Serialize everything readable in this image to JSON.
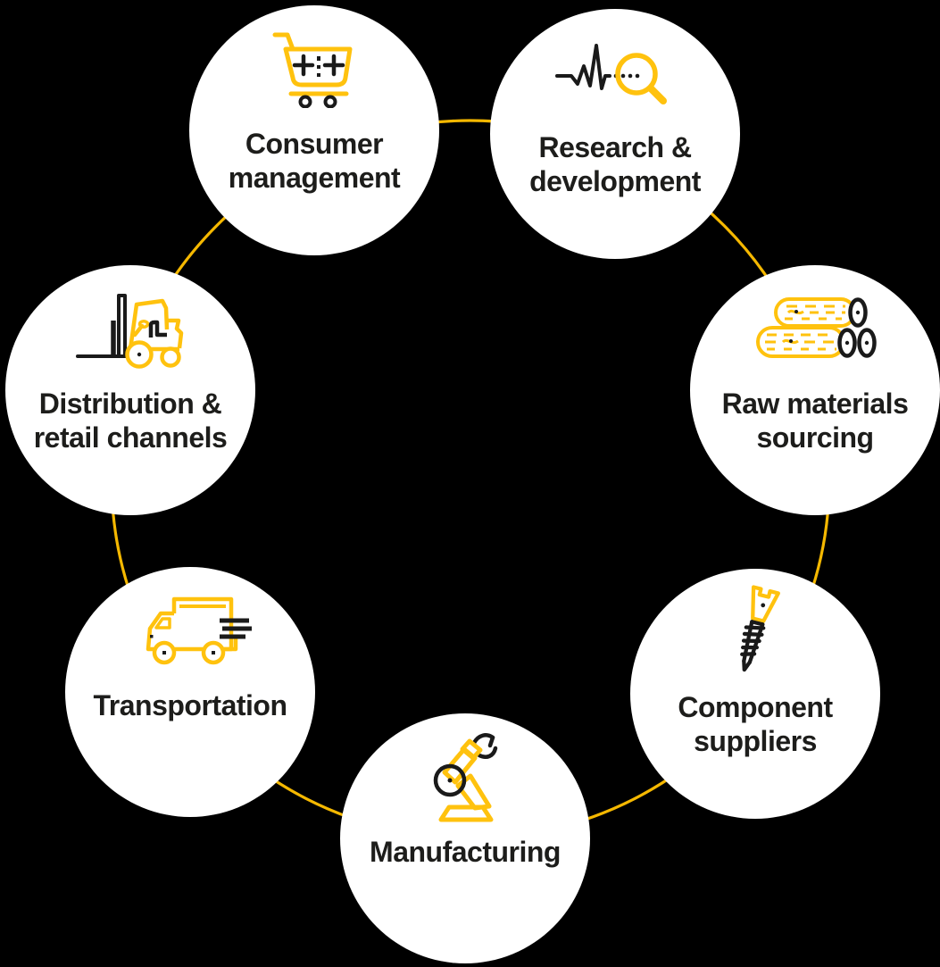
{
  "diagram": {
    "type": "circular-cycle",
    "colors": {
      "background": "#000000",
      "node_fill": "#ffffff",
      "icon_yellow": "#ffc20e",
      "ring_yellow": "#f5b800",
      "icon_black": "#1a1a1a",
      "text": "#1d1d1b"
    },
    "nodes": [
      {
        "label": "Consumer management",
        "icon": "shopping-cart-icon"
      },
      {
        "label": "Research & development",
        "icon": "pulse-magnifier-icon"
      },
      {
        "label": "Raw materials sourcing",
        "icon": "wood-logs-icon"
      },
      {
        "label": "Component suppliers",
        "icon": "screw-icon"
      },
      {
        "label": "Manufacturing",
        "icon": "robot-arm-icon"
      },
      {
        "label": "Transportation",
        "icon": "delivery-truck-icon"
      },
      {
        "label": "Distribution & retail channels",
        "icon": "forklift-icon"
      }
    ]
  }
}
